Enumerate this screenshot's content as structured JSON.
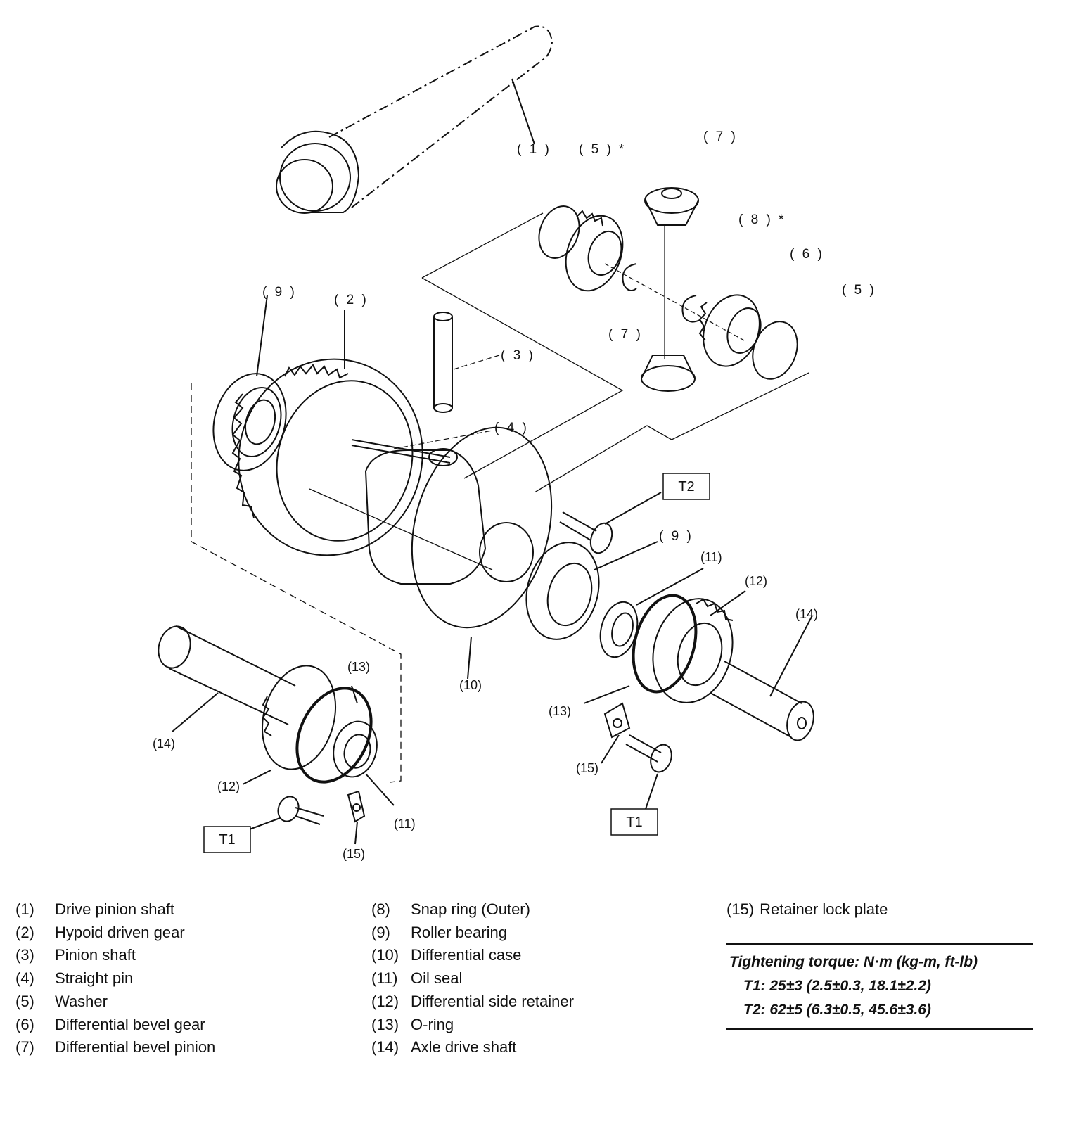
{
  "callouts": {
    "c1": "( 1 )",
    "c5_top": "( 5 ) *",
    "c7_top": "( 7 )",
    "c8": "( 8 ) *",
    "c6": "( 6 )",
    "c5_right": "( 5 )",
    "c9_left": "( 9 )",
    "c2": "( 2 )",
    "c3": "( 3 )",
    "c4": "( 4 )",
    "c7_low": "( 7 )",
    "c9_right": "( 9 )",
    "c11_right": "(11)",
    "c12_right": "(12)",
    "c14_right": "(14)",
    "c10": "(10)",
    "c13_left": "(13)",
    "c13_right": "(13)",
    "c14_left": "(14)",
    "c12_left": "(12)",
    "c11_left": "(11)",
    "c15_left": "(15)",
    "c15_right": "(15)"
  },
  "torque_boxes": {
    "t2": "T2",
    "t1_left": "T1",
    "t1_right": "T1"
  },
  "legend": {
    "col1": [
      {
        "num": "(1)",
        "label": "Drive pinion shaft"
      },
      {
        "num": "(2)",
        "label": "Hypoid driven gear"
      },
      {
        "num": "(3)",
        "label": "Pinion shaft"
      },
      {
        "num": "(4)",
        "label": "Straight pin"
      },
      {
        "num": "(5)",
        "label": "Washer"
      },
      {
        "num": "(6)",
        "label": "Differential bevel gear"
      },
      {
        "num": "(7)",
        "label": "Differential bevel pinion"
      }
    ],
    "col2": [
      {
        "num": "(8)",
        "label": "Snap ring (Outer)"
      },
      {
        "num": "(9)",
        "label": "Roller bearing"
      },
      {
        "num": "(10)",
        "label": "Differential case"
      },
      {
        "num": "(11)",
        "label": "Oil seal"
      },
      {
        "num": "(12)",
        "label": "Differential side retainer"
      },
      {
        "num": "(13)",
        "label": "O-ring"
      },
      {
        "num": "(14)",
        "label": "Axle drive shaft"
      }
    ],
    "col3": [
      {
        "num": "(15)",
        "label": "Retainer lock plate"
      }
    ]
  },
  "torque": {
    "heading": "Tightening torque: N·m (kg-m, ft-lb)",
    "t1": "T1: 25±3 (2.5±0.3, 18.1±2.2)",
    "t2": "T2: 62±5 (6.3±0.5, 45.6±3.6)"
  }
}
